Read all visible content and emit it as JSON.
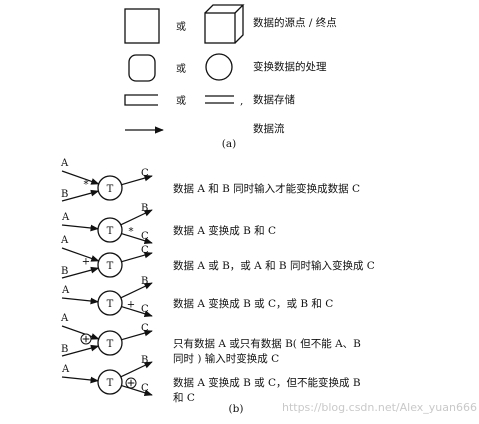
{
  "legend": {
    "rows": [
      {
        "connector": "或",
        "description": "数据的源点 / 终点"
      },
      {
        "connector": "或",
        "description": "变换数据的处理"
      },
      {
        "connector": "或",
        "description": "数据存储"
      },
      {
        "connector": "",
        "description": "数据流"
      }
    ],
    "caption": "(a)"
  },
  "transforms": {
    "node_label": "T",
    "rows": [
      {
        "marker": "*",
        "in": [
          "A",
          "B"
        ],
        "out": [
          "C"
        ],
        "description": [
          "数据 A 和 B 同时输入才能变换成数据 C"
        ]
      },
      {
        "marker": "*",
        "in": [
          "A"
        ],
        "out": [
          "B",
          "C"
        ],
        "description": [
          "数据 A 变换成 B 和 C"
        ]
      },
      {
        "marker": "+",
        "in": [
          "A",
          "B"
        ],
        "out": [
          "C"
        ],
        "description": [
          "数据 A 或 B，或 A 和 B 同时输入变换成 C"
        ]
      },
      {
        "marker": "+",
        "in": [
          "A"
        ],
        "out": [
          "B",
          "C"
        ],
        "description": [
          "数据 A 变换成 B 或 C，或 B 和 C"
        ]
      },
      {
        "marker": "⊕",
        "in": [
          "A",
          "B"
        ],
        "out": [
          "C"
        ],
        "description": [
          "只有数据 A 或只有数据 B( 但不能 A、B",
          "同时 ) 输入时变换成 C"
        ]
      },
      {
        "marker": "⊕",
        "in": [
          "A"
        ],
        "out": [
          "B",
          "C"
        ],
        "description": [
          "数据 A 变换成 B 或 C，但不能变换成 B",
          "和 C"
        ]
      }
    ],
    "caption": "(b)"
  },
  "watermark": "https://blog.csdn.net/Alex_yuan666"
}
